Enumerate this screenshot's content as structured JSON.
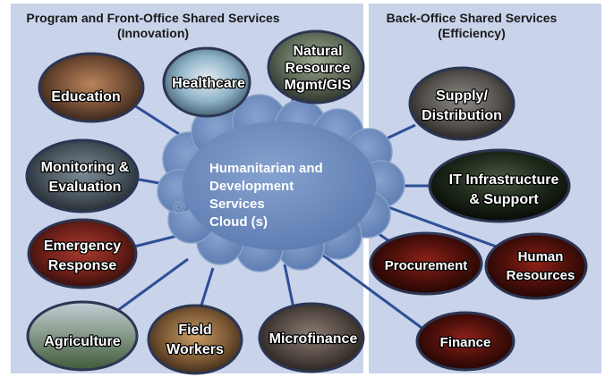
{
  "headers": {
    "left_title": "Program and Front-Office Shared Services",
    "left_subtitle": "(Innovation)",
    "right_title": "Back-Office Shared Services",
    "right_subtitle": "(Efficiency)"
  },
  "cloud": {
    "lines": [
      "Humanitarian and",
      "Development",
      "Services",
      "Cloud (s)"
    ]
  },
  "front_office": [
    {
      "label": "Education"
    },
    {
      "label": "Healthcare"
    },
    {
      "label_lines": [
        "Natural",
        "Resource",
        "Mgmt/GIS"
      ]
    },
    {
      "label_lines": [
        "Monitoring &",
        "Evaluation"
      ]
    },
    {
      "label_lines": [
        "Emergency",
        "Response"
      ]
    },
    {
      "label": "Agriculture"
    },
    {
      "label_lines": [
        "Field",
        "Workers"
      ]
    },
    {
      "label": "Microfinance"
    }
  ],
  "back_office": [
    {
      "label_lines": [
        "Supply/",
        "Distribution"
      ]
    },
    {
      "label_lines": [
        "IT Infrastructure",
        "& Support"
      ]
    },
    {
      "label": "Procurement"
    },
    {
      "label_lines": [
        "Human",
        "Resources"
      ]
    },
    {
      "label": "Finance"
    }
  ],
  "colors": {
    "panel_background": "#c9d3ea",
    "cloud_fill": "#6f8dbd",
    "cloud_outline": "#8aa2c8",
    "connector": "#2e4f97",
    "node_border": "#2c3553",
    "label_text": "#ffffff"
  }
}
